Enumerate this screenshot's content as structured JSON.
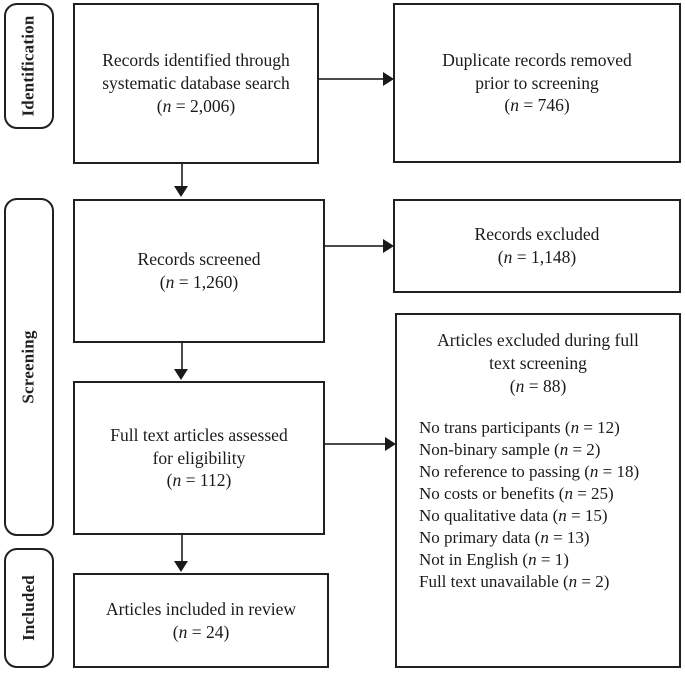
{
  "diagram": {
    "title": "PRISMA flow diagram",
    "type": "flowchart",
    "accent_color": "#231f20",
    "connector_color": "#4a4a4a",
    "background": "#ffffff"
  },
  "stages": [
    {
      "id": "identification",
      "label": "Identification"
    },
    {
      "id": "screening",
      "label": "Screening"
    },
    {
      "id": "included",
      "label": "Included"
    }
  ],
  "boxes": {
    "records_identified": {
      "lines": [
        "Records identified through",
        "systematic database search"
      ],
      "count_prefix": "(",
      "count_n": "n",
      "count_eq": " = ",
      "count_value": "2,006",
      "count_suffix": ")"
    },
    "duplicates_removed": {
      "lines": [
        "Duplicate records removed",
        "prior to screening"
      ],
      "count_prefix": "(",
      "count_n": "n",
      "count_eq": " = ",
      "count_value": "746",
      "count_suffix": ")"
    },
    "records_screened": {
      "lines": [
        "Records screened"
      ],
      "count_prefix": "(",
      "count_n": "n",
      "count_eq": " = ",
      "count_value": "1,260",
      "count_suffix": ")"
    },
    "records_excluded": {
      "lines": [
        "Records excluded"
      ],
      "count_prefix": "(",
      "count_n": "n",
      "count_eq": " = ",
      "count_value": "1,148",
      "count_suffix": ")"
    },
    "full_text_assessed": {
      "lines": [
        "Full text articles assessed",
        "for eligibility"
      ],
      "count_prefix": "(",
      "count_n": "n",
      "count_eq": " = ",
      "count_value": "112",
      "count_suffix": ")"
    },
    "articles_excluded": {
      "lines": [
        "Articles excluded during full",
        "text screening"
      ],
      "count_prefix": "(",
      "count_n": "n",
      "count_eq": " = ",
      "count_value": "88",
      "count_suffix": ")",
      "reasons": [
        {
          "label": "No trans participants",
          "n": "12"
        },
        {
          "label": "Non-binary sample",
          "n": "2"
        },
        {
          "label": "No reference to passing",
          "n": "18"
        },
        {
          "label": "No costs or benefits",
          "n": "25"
        },
        {
          "label": "No qualitative data",
          "n": "15"
        },
        {
          "label": "No primary data",
          "n": "13"
        },
        {
          "label": "Not in English",
          "n": "1"
        },
        {
          "label": "Full text unavailable",
          "n": "2"
        }
      ]
    },
    "articles_included": {
      "lines": [
        "Articles included in review"
      ],
      "count_prefix": "(",
      "count_n": "n",
      "count_eq": " = ",
      "count_value": "24",
      "count_suffix": ")"
    }
  },
  "connectors": [
    {
      "id": "identified-to-duplicates",
      "direction": "right"
    },
    {
      "id": "identified-to-screened",
      "direction": "down"
    },
    {
      "id": "screened-to-excluded",
      "direction": "right"
    },
    {
      "id": "screened-to-fulltext",
      "direction": "down"
    },
    {
      "id": "fulltext-to-excluded",
      "direction": "right"
    },
    {
      "id": "fulltext-to-included",
      "direction": "down"
    }
  ],
  "chart_data": {
    "type": "diagram",
    "title": "PRISMA flow diagram",
    "nodes": [
      {
        "id": "records_identified",
        "stage": "Identification",
        "label": "Records identified through systematic database search",
        "n": 2006
      },
      {
        "id": "duplicates_removed",
        "stage": "Identification",
        "label": "Duplicate records removed prior to screening",
        "n": 746
      },
      {
        "id": "records_screened",
        "stage": "Screening",
        "label": "Records screened",
        "n": 1260
      },
      {
        "id": "records_excluded",
        "stage": "Screening",
        "label": "Records excluded",
        "n": 1148
      },
      {
        "id": "full_text_assessed",
        "stage": "Screening",
        "label": "Full text articles assessed for eligibility",
        "n": 112
      },
      {
        "id": "articles_excluded",
        "stage": "Screening",
        "label": "Articles excluded during full text screening",
        "n": 88
      },
      {
        "id": "articles_included",
        "stage": "Included",
        "label": "Articles included in review",
        "n": 24
      }
    ],
    "edges": [
      {
        "from": "records_identified",
        "to": "duplicates_removed"
      },
      {
        "from": "records_identified",
        "to": "records_screened"
      },
      {
        "from": "records_screened",
        "to": "records_excluded"
      },
      {
        "from": "records_screened",
        "to": "full_text_assessed"
      },
      {
        "from": "full_text_assessed",
        "to": "articles_excluded"
      },
      {
        "from": "full_text_assessed",
        "to": "articles_included"
      }
    ],
    "exclusion_reasons": {
      "categories": [
        "No trans participants",
        "Non-binary sample",
        "No reference to passing",
        "No costs or benefits",
        "No qualitative data",
        "No primary data",
        "Not in English",
        "Full text unavailable"
      ],
      "values": [
        12,
        2,
        18,
        25,
        15,
        13,
        1,
        2
      ],
      "total": 88
    }
  }
}
